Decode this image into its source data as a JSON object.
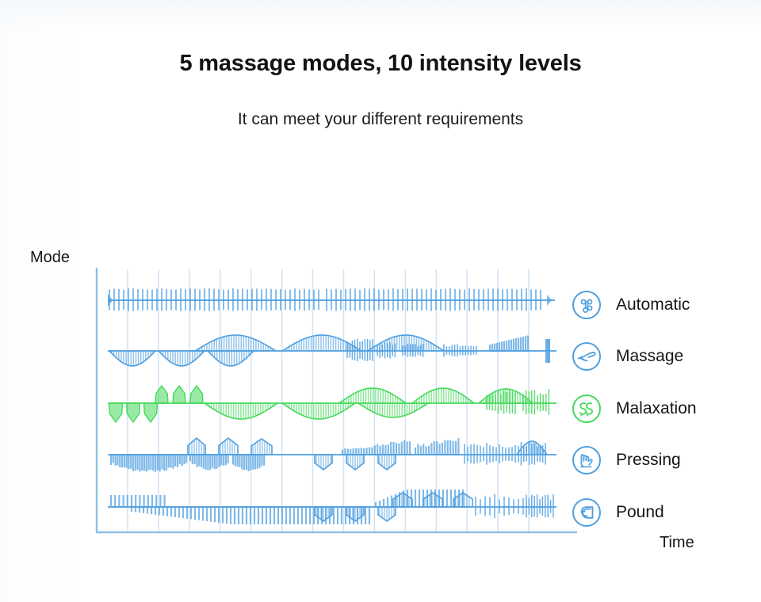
{
  "header": {
    "title": "5 massage modes, 10 intensity levels",
    "subtitle": "It can meet your different requirements"
  },
  "colors": {
    "blue": "#4f9fe0",
    "blue_light": "#8fc5ee",
    "green": "#45d95a",
    "green_light": "#8fe99c",
    "axis": "#8fc0e6",
    "grid": "#cfe2f4",
    "text": "#141619",
    "background": "#ffffff"
  },
  "chart_data": {
    "type": "line",
    "title": "5 massage modes, 10 intensity levels",
    "xlabel": "Time",
    "ylabel": "Mode",
    "grid": true,
    "legend_position": "right",
    "gridlines": 14,
    "xlim": [
      0,
      100
    ],
    "ylim": [
      0,
      5
    ],
    "series": [
      {
        "name": "Automatic",
        "icon": "command-icon",
        "color": "#4f9fe0",
        "row": 0,
        "pattern": "dense-spikes",
        "description": "Continuous uniform high-frequency spikes along the baseline"
      },
      {
        "name": "Massage",
        "icon": "paddle-icon",
        "color": "#4f9fe0",
        "row": 1,
        "pattern": "alternating-hills",
        "description": "Hatched hill envelopes alternating below then above the baseline, ending with spike bursts"
      },
      {
        "name": "Malaxation",
        "icon": "kneading-arrows-icon",
        "color": "#45d95a",
        "row": 2,
        "pattern": "leaf-spikes-and-hills",
        "description": "Leaf-shaped spikes below then above, hatched hills below then above, ending in spike bursts"
      },
      {
        "name": "Pressing",
        "icon": "pressing-hand-icon",
        "color": "#4f9fe0",
        "row": 3,
        "pattern": "bars-and-pentagons",
        "description": "Dense bars below baseline, pentagon pulses above and below, rising bar clusters"
      },
      {
        "name": "Pound",
        "icon": "fist-icon",
        "color": "#4f9fe0",
        "row": 4,
        "pattern": "bars-ramps-pentagons",
        "description": "Bars above, long ramped band below, rising bars above, pentagons, closing spike burst"
      }
    ]
  },
  "legend": {
    "items": [
      {
        "label": "Automatic",
        "icon": "command-icon",
        "color": "#4f9fe0"
      },
      {
        "label": "Massage",
        "icon": "paddle-icon",
        "color": "#4f9fe0"
      },
      {
        "label": "Malaxation",
        "icon": "kneading-arrows-icon",
        "color": "#45d95a"
      },
      {
        "label": "Pressing",
        "icon": "pressing-hand-icon",
        "color": "#4f9fe0"
      },
      {
        "label": "Pound",
        "icon": "fist-icon",
        "color": "#4f9fe0"
      }
    ]
  },
  "axes": {
    "y_label": "Mode",
    "x_label": "Time"
  }
}
